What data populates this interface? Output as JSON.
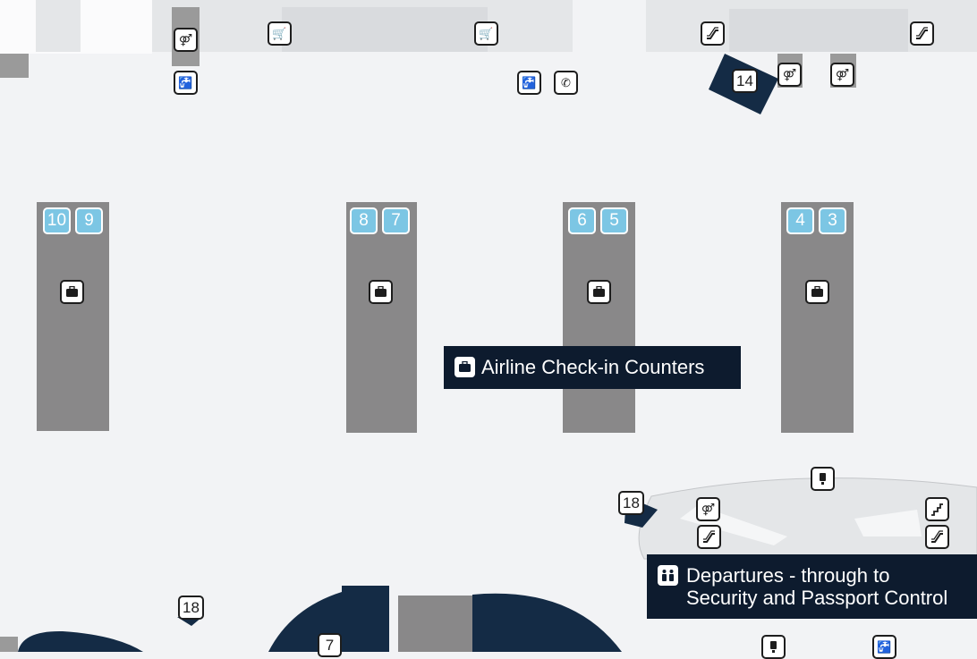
{
  "colors": {
    "background": "#f2f3f5",
    "counter": "#898889",
    "gate_badge": "#7cc6e4",
    "label_background": "#0d1b2e",
    "navy_structure": "#142b45"
  },
  "labels": {
    "checkin": "Airline Check-in Counters",
    "departures_line1": "Departures - through to",
    "departures_line2": "Security and Passport Control"
  },
  "counters": [
    {
      "left_gate": "10",
      "right_gate": "9"
    },
    {
      "left_gate": "8",
      "right_gate": "7"
    },
    {
      "left_gate": "6",
      "right_gate": "5"
    },
    {
      "left_gate": "4",
      "right_gate": "3"
    }
  ],
  "markers": {
    "gate_14": "14",
    "gate_18_east": "18",
    "gate_18_west": "18",
    "gate_7": "7"
  },
  "icons": {
    "restroom": "restroom-icon",
    "drinking_fountain": "drinking-fountain-icon",
    "phone": "telephone-icon",
    "escalator": "escalator-icon",
    "stairs": "stairs-icon",
    "baggage": "baggage-icon",
    "atm": "atm-icon",
    "baggage_cart": "baggage-cart-icon",
    "departures": "departures-icon"
  }
}
